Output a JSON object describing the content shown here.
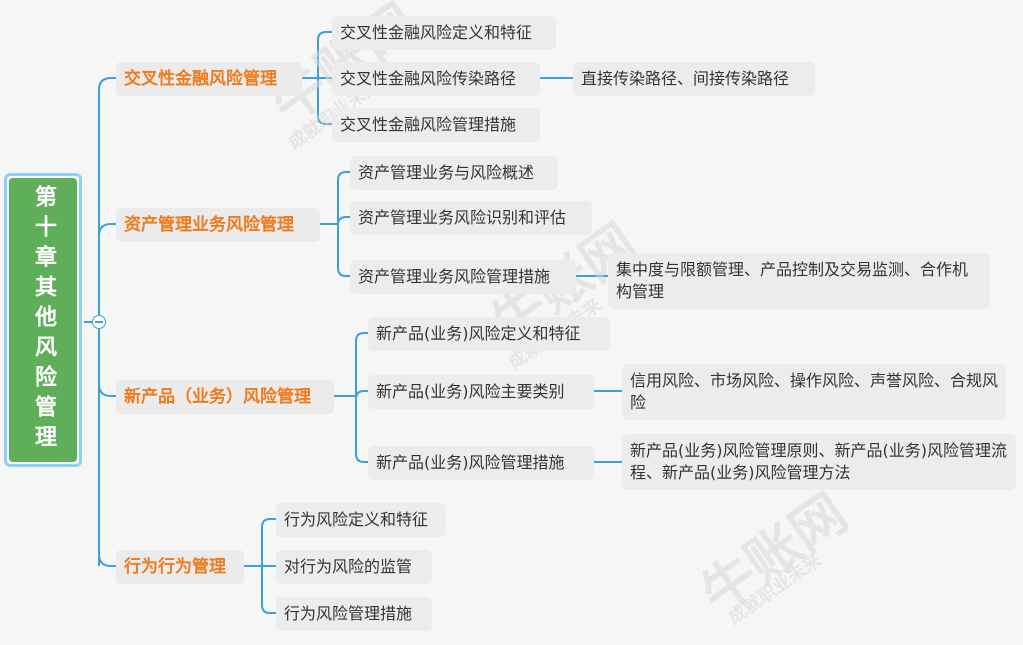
{
  "root": {
    "label": "第十章其他风险管理"
  },
  "watermark": {
    "brand": "牛账网",
    "slogan": "成就职业未来"
  },
  "branches": [
    {
      "label": "交叉性金融风险管理",
      "children": [
        {
          "label": "交叉性金融风险定义和特征"
        },
        {
          "label": "交叉性金融风险传染路径",
          "detail": "直接传染路径、间接传染路径"
        },
        {
          "label": "交叉性金融风险管理措施"
        }
      ]
    },
    {
      "label": "资产管理业务风险管理",
      "children": [
        {
          "label": "资产管理业务与风险概述"
        },
        {
          "label": "资产管理业务风险识别和评估"
        },
        {
          "label": "资产管理业务风险管理措施",
          "detail": "集中度与限额管理、产品控制及交易监测、合作机构管理"
        }
      ]
    },
    {
      "label": "新产品（业务）风险管理",
      "children": [
        {
          "label": "新产品(业务)风险定义和特征"
        },
        {
          "label": "新产品(业务)风险主要类别",
          "detail": "信用风险、市场风险、操作风险、声誉风险、合规风险"
        },
        {
          "label": "新产品(业务)风险管理措施",
          "detail": "新产品(业务)风险管理原则、新产品(业务)风险管理流程、新产品(业务)风险管理方法"
        }
      ]
    },
    {
      "label": "行为行为管理",
      "children": [
        {
          "label": "行为风险定义和特征"
        },
        {
          "label": "对行为风险的监管"
        },
        {
          "label": "行为风险管理措施"
        }
      ]
    }
  ]
}
